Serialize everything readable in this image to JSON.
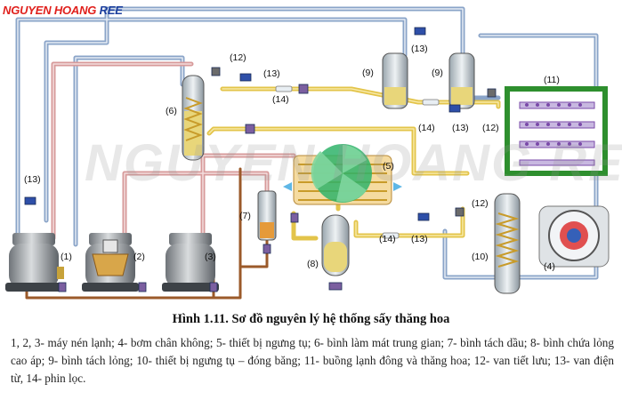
{
  "logo": {
    "part1": "NGUYEN HOANG ",
    "part2": "REE"
  },
  "watermark": "NGUYEN HOANG REE",
  "labels": {
    "l1": "(1)",
    "l2": "(2)",
    "l3": "(3)",
    "l4": "(4)",
    "l5": "(5)",
    "l6": "(6)",
    "l7": "(7)",
    "l8": "(8)",
    "l9a": "(9)",
    "l9b": "(9)",
    "l10": "(10)",
    "l11": "(11)",
    "l12a": "(12)",
    "l12b": "(12)",
    "l12c": "(12)",
    "l13a": "(13)",
    "l13b": "(13)",
    "l13c": "(13)",
    "l13d": "(13)",
    "l13e": "(13)",
    "l14a": "(14)",
    "l14b": "(14)",
    "l14c": "(14)"
  },
  "caption": {
    "title": "Hình 1.11. Sơ đồ nguyên lý hệ thống sấy thăng hoa",
    "body": "1, 2, 3- máy nén lạnh; 4- bơm chân không; 5- thiết bị ngưng tụ; 6- bình làm mát trung gian; 7- bình tách dầu; 8- bình chứa lỏng cao áp; 9- bình tách lỏng; 10- thiết bị ngưng tụ – đóng băng; 11- buồng lạnh đông và thăng hoa; 12- van tiết lưu; 13- van điện từ, 14- phin lọc."
  }
}
